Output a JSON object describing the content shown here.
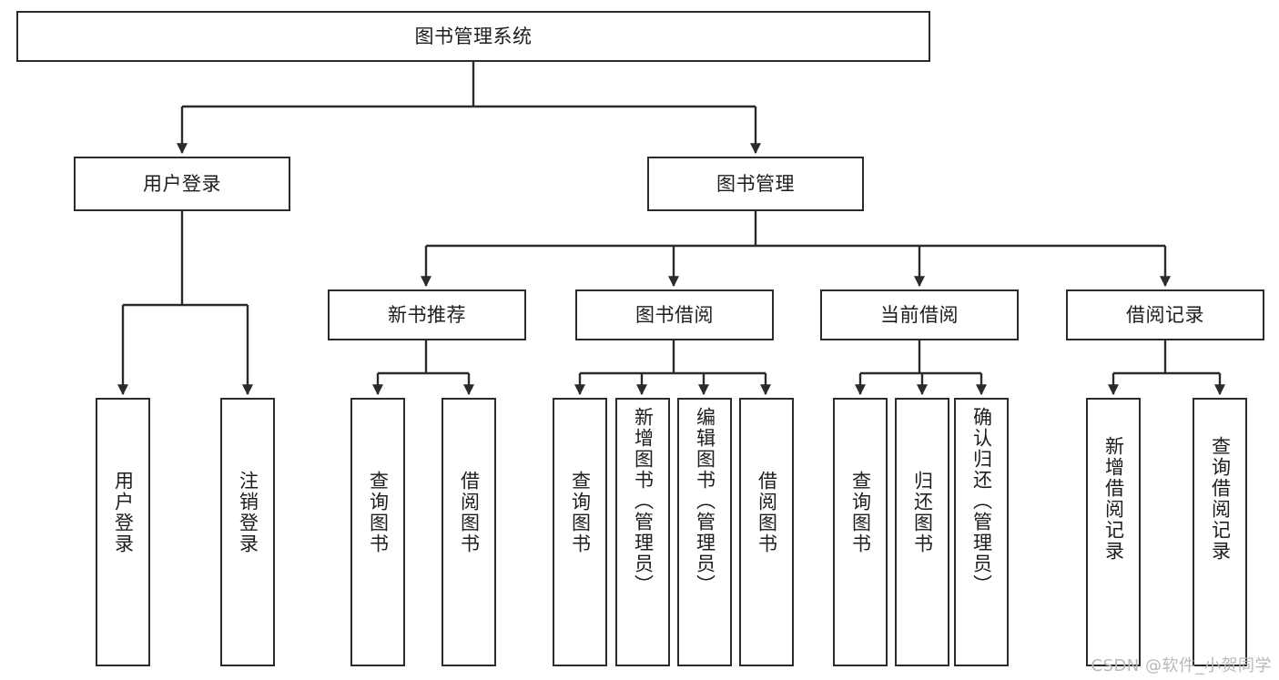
{
  "diagram": {
    "title": "图书管理系统",
    "type": "tree-hierarchy",
    "orientation": "top-down",
    "colors": {
      "stroke": "#2b2b2b",
      "box_fill": "#ffffff",
      "text": "#1d1d1d",
      "watermark": "#b9b9b9",
      "background": "#ffffff"
    }
  },
  "root": {
    "label": "图书管理系统"
  },
  "level1": [
    {
      "id": "user-login",
      "label": "用户登录"
    },
    {
      "id": "book-manage",
      "label": "图书管理"
    }
  ],
  "level2": [
    {
      "id": "new-book-recommend",
      "label": "新书推荐",
      "parent": "book-manage"
    },
    {
      "id": "book-borrow",
      "label": "图书借阅",
      "parent": "book-manage"
    },
    {
      "id": "current-borrow",
      "label": "当前借阅",
      "parent": "book-manage"
    },
    {
      "id": "borrow-record",
      "label": "借阅记录",
      "parent": "book-manage"
    }
  ],
  "leaves": {
    "user_login": [
      {
        "id": "leaf-user-login",
        "label": "用户登录"
      },
      {
        "id": "leaf-user-logout",
        "label": "注销登录"
      }
    ],
    "new_book_recommend": [
      {
        "id": "leaf-query-books-1",
        "label": "查询图书"
      },
      {
        "id": "leaf-borrow-books-1",
        "label": "借阅图书"
      }
    ],
    "book_borrow": [
      {
        "id": "leaf-query-books-2",
        "label": "查询图书"
      },
      {
        "id": "leaf-add-book",
        "label": "新增图书（管理员）"
      },
      {
        "id": "leaf-edit-book",
        "label": "编辑图书（管理员）"
      },
      {
        "id": "leaf-borrow-books-2",
        "label": "借阅图书"
      }
    ],
    "current_borrow": [
      {
        "id": "leaf-query-books-3",
        "label": "查询图书"
      },
      {
        "id": "leaf-return-book",
        "label": "归还图书"
      },
      {
        "id": "leaf-confirm-return",
        "label": "确认归还（管理员）"
      }
    ],
    "borrow_record": [
      {
        "id": "leaf-add-record",
        "label": "新增借阅记录"
      },
      {
        "id": "leaf-query-record",
        "label": "查询借阅记录"
      }
    ]
  },
  "watermark": {
    "text": "CSDN @软件_小贺同学"
  }
}
